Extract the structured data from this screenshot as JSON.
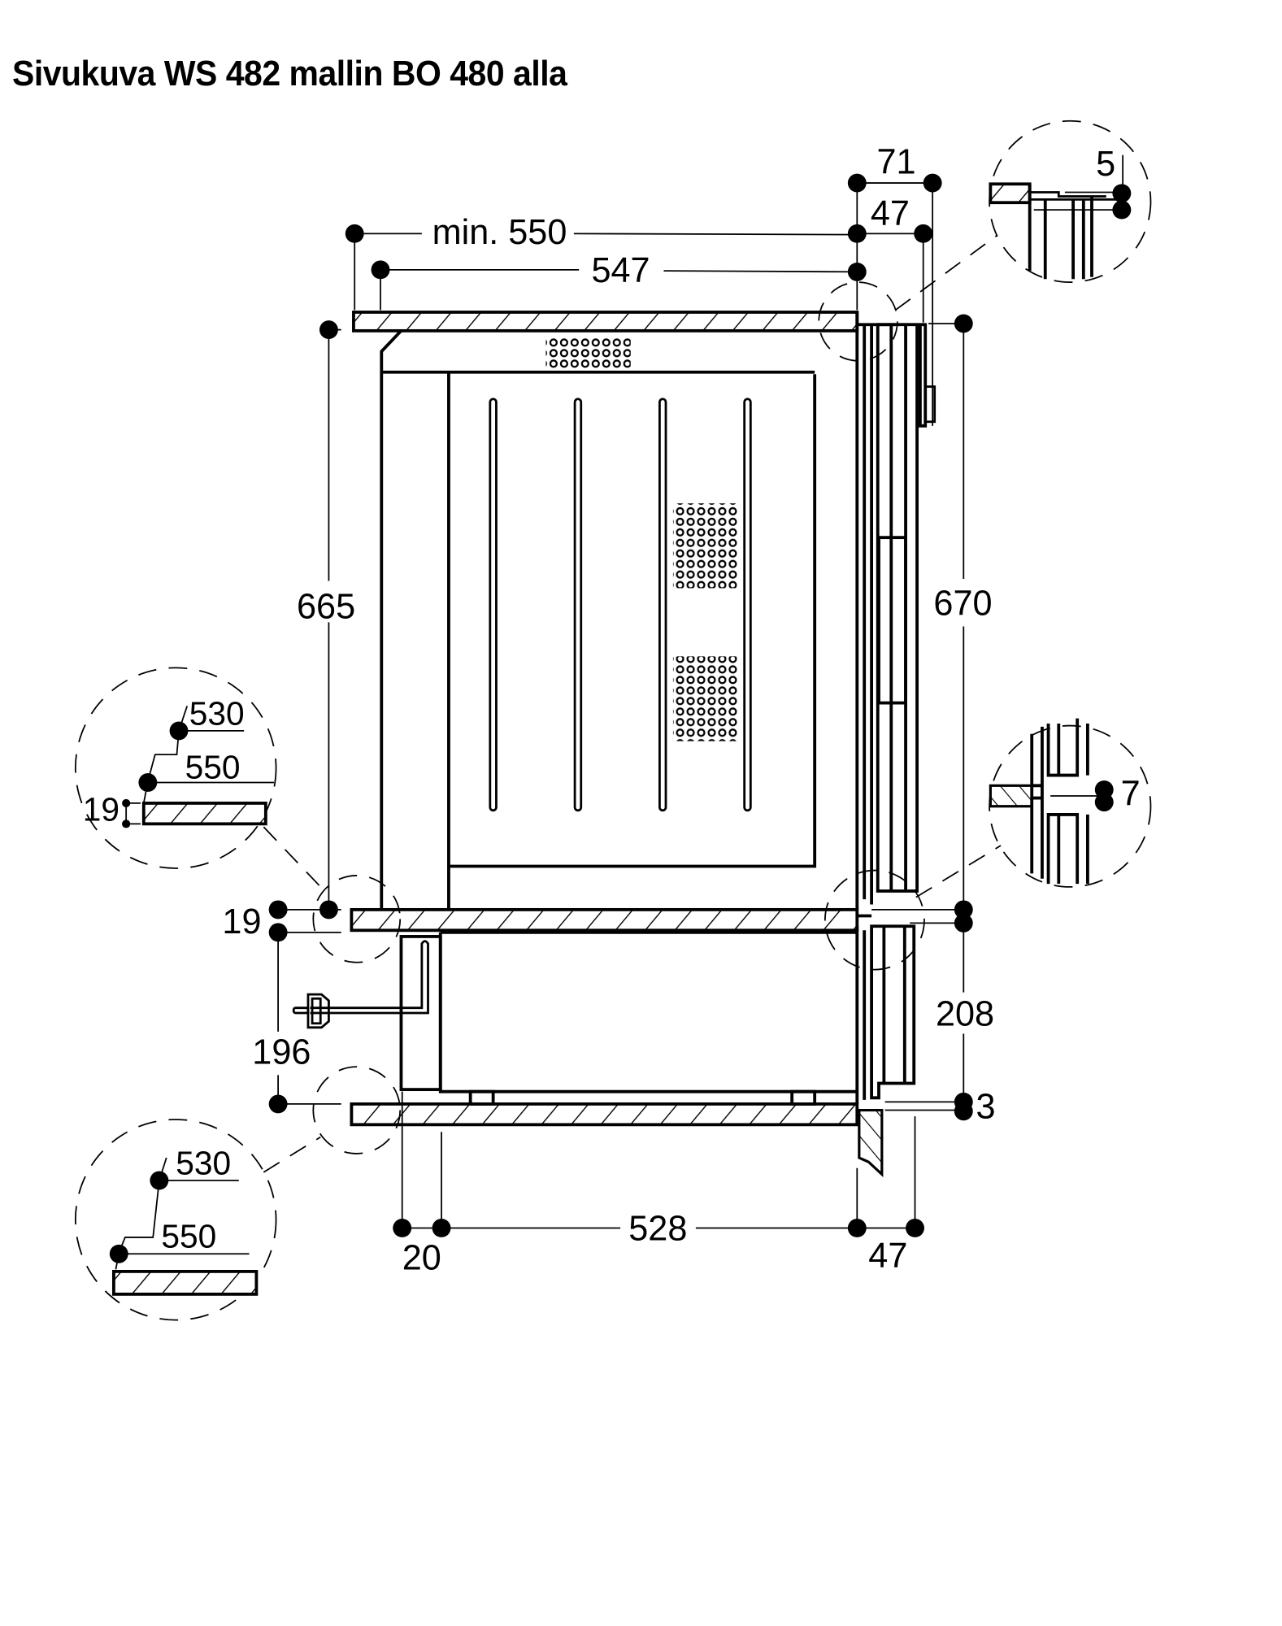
{
  "title": "Sivukuva WS 482 mallin BO 480 alla",
  "dimensions": {
    "top_71": "71",
    "top_47": "47",
    "min_550": "min. 550",
    "d_547": "547",
    "d_665": "665",
    "d_670": "670",
    "d_19_left": "19",
    "d_196": "196",
    "d_208": "208",
    "d_3": "3",
    "d_20": "20",
    "d_528": "528",
    "bottom_47": "47"
  },
  "details": {
    "top_right": {
      "label": "5"
    },
    "mid_right": {
      "label": "7"
    },
    "left_upper": {
      "label_530": "530",
      "label_550": "550",
      "label_19": "19"
    },
    "left_lower": {
      "label_530": "530",
      "label_550": "550"
    }
  },
  "icons": {
    "power_plug": "power-plug-icon"
  }
}
